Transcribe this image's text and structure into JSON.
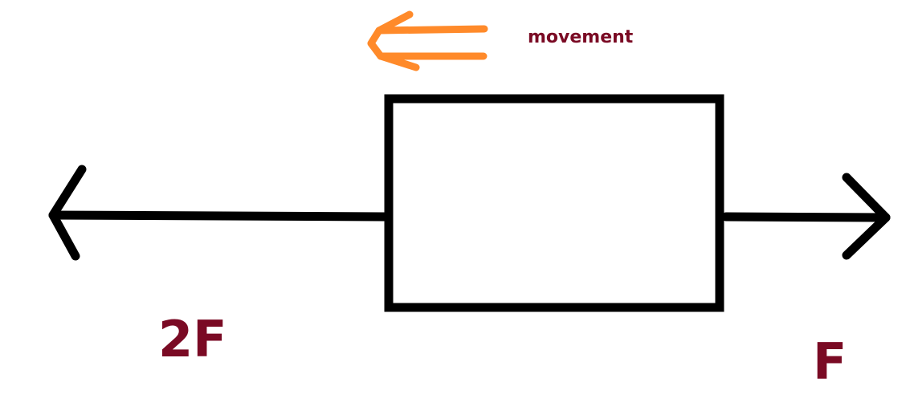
{
  "labels": {
    "movement": "movement",
    "left_force": "2F",
    "right_force": "F"
  },
  "colors": {
    "stroke": "#000000",
    "movement_arrow": "#ff8a2a",
    "label_text": "#7a0a24",
    "background": "#ffffff"
  }
}
